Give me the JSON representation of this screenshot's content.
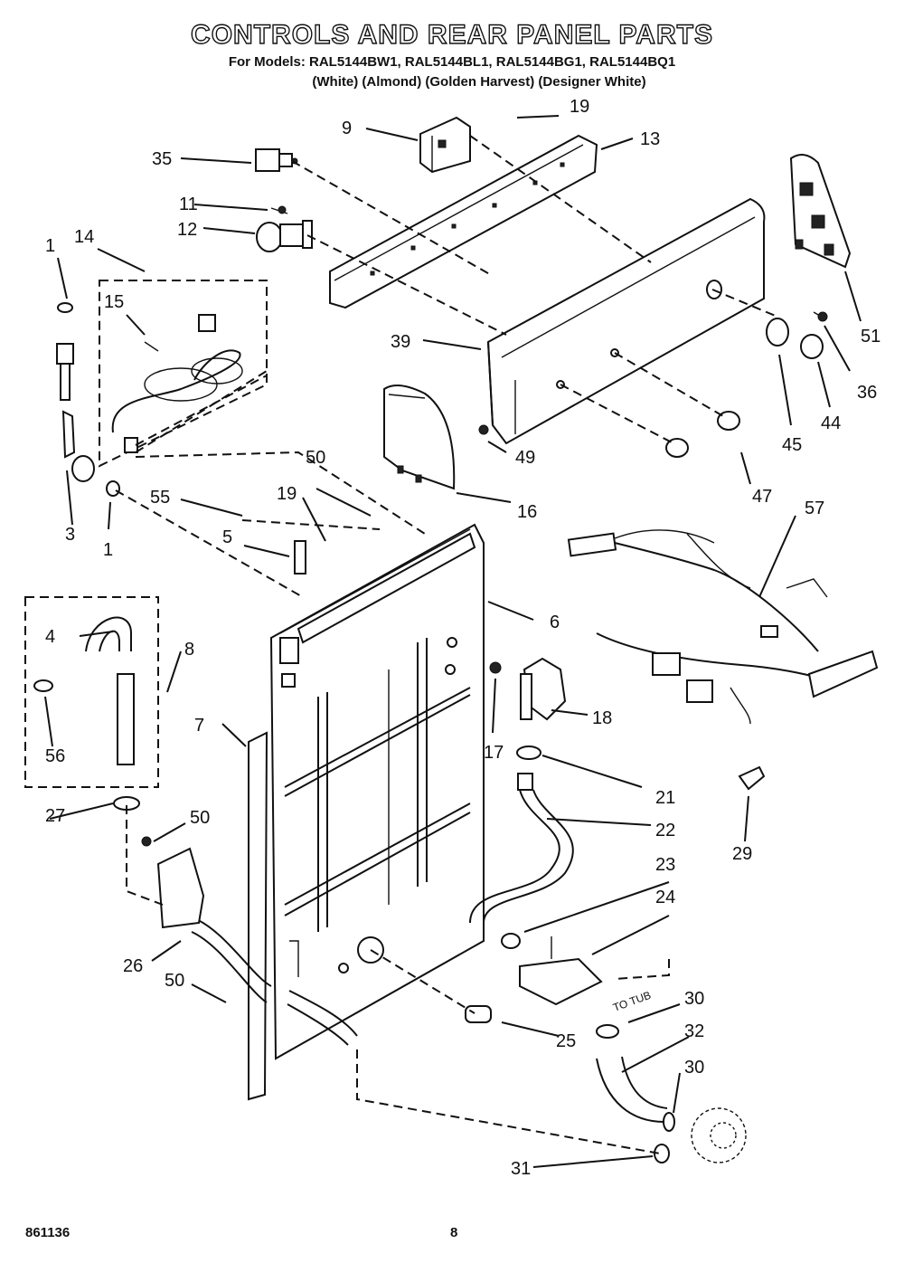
{
  "title": "CONTROLS AND REAR PANEL PARTS",
  "models_line": "For Models: RAL5144BW1, RAL5144BL1, RAL5144BG1, RAL5144BQ1",
  "colors_line": "(White)        (Almond) (Golden Harvest) (Designer White)",
  "footer_code": "861136",
  "page_number": "8",
  "tube_note": "TO TUB",
  "part_labels": [
    "1",
    "3",
    "1",
    "4",
    "5",
    "6",
    "7",
    "8",
    "9",
    "11",
    "12",
    "13",
    "14",
    "15",
    "16",
    "17",
    "18",
    "19",
    "19",
    "21",
    "22",
    "23",
    "24",
    "25",
    "26",
    "27",
    "29",
    "30",
    "30",
    "31",
    "32",
    "35",
    "36",
    "39",
    "44",
    "45",
    "47",
    "49",
    "50",
    "50",
    "50",
    "51",
    "55",
    "56",
    "57"
  ]
}
